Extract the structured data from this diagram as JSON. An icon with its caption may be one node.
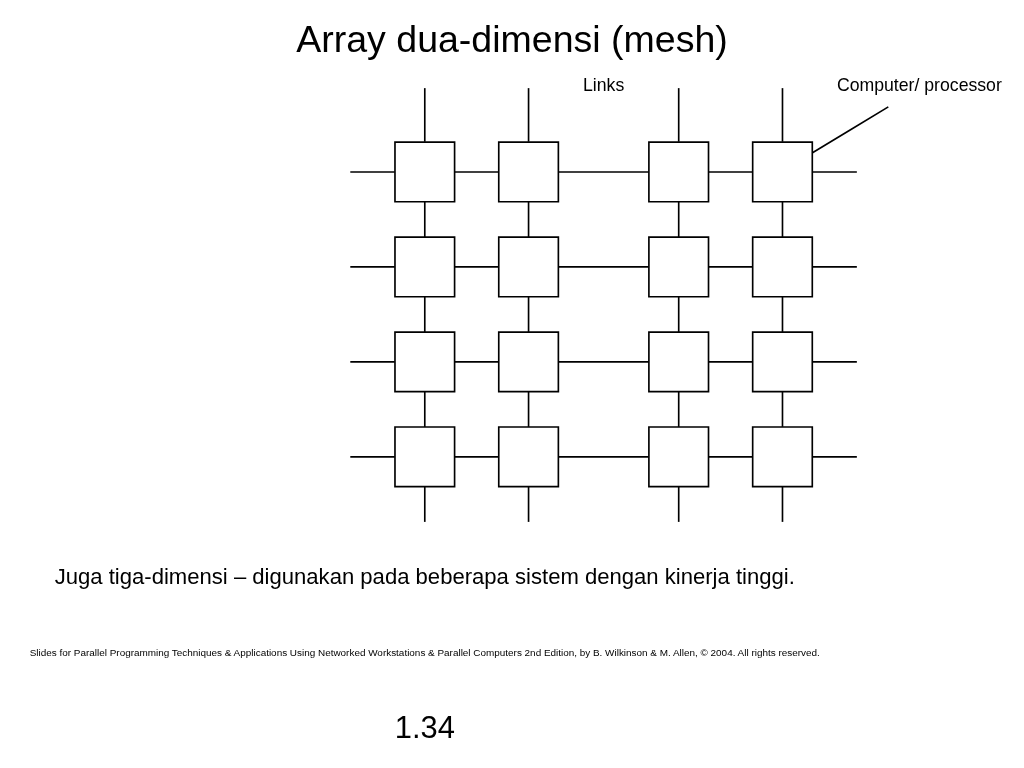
{
  "diagram": {
    "title": "Array dua-dimensi (mesh)",
    "nodes": [
      {
        "text": [
          "Computer/ processor"
        ]
      },
      {
        "text": [],
        "shape": "box"
      },
      {
        "text": [],
        "shape": "box"
      },
      {
        "text": [],
        "shape": "box"
      },
      {
        "text": [],
        "shape": "box"
      },
      {
        "text": [],
        "shape": "box"
      },
      {
        "text": [],
        "shape": "box"
      },
      {
        "text": [],
        "shape": "box"
      },
      {
        "text": [],
        "shape": "box"
      },
      {
        "text": [],
        "shape": "box"
      },
      {
        "text": [],
        "shape": "box"
      },
      {
        "text": [],
        "shape": "box"
      },
      {
        "text": [],
        "shape": "box"
      },
      {
        "text": [],
        "shape": "box"
      },
      {
        "text": [],
        "shape": "box"
      },
      {
        "text": [],
        "shape": "box"
      },
      {
        "text": [],
        "shape": "box"
      }
    ],
    "edges": [
      {
        "from": 0,
        "to": 4,
        "arrow": "none"
      },
      {
        "from": 1,
        "to": 2,
        "arrow": "none"
      },
      {
        "from": 2,
        "to": 3,
        "arrow": "none"
      },
      {
        "from": 3,
        "to": 4,
        "arrow": "none"
      },
      {
        "from": 5,
        "to": 6,
        "arrow": "none"
      },
      {
        "from": 6,
        "to": 7,
        "arrow": "none"
      },
      {
        "from": 7,
        "to": 8,
        "arrow": "none"
      },
      {
        "from": 9,
        "to": 10,
        "arrow": "none"
      },
      {
        "from": 10,
        "to": 11,
        "arrow": "none"
      },
      {
        "from": 11,
        "to": 12,
        "arrow": "none"
      },
      {
        "from": 13,
        "to": 14,
        "arrow": "none"
      },
      {
        "from": 14,
        "to": 15,
        "arrow": "none"
      },
      {
        "from": 15,
        "to": 16,
        "arrow": "none"
      },
      {
        "from": 1,
        "to": 5,
        "arrow": "none"
      },
      {
        "from": 5,
        "to": 9,
        "arrow": "none"
      },
      {
        "from": 9,
        "to": 13,
        "arrow": "none"
      },
      {
        "from": 2,
        "to": 6,
        "arrow": "none"
      },
      {
        "from": 6,
        "to": 10,
        "arrow": "none"
      },
      {
        "from": 10,
        "to": 14,
        "arrow": "none"
      },
      {
        "from": 3,
        "to": 7,
        "arrow": "none"
      },
      {
        "from": 7,
        "to": 11,
        "arrow": "none"
      },
      {
        "from": 11,
        "to": 15,
        "arrow": "none"
      },
      {
        "from": 4,
        "to": 8,
        "arrow": "none"
      },
      {
        "from": 8,
        "to": 12,
        "arrow": "none"
      },
      {
        "from": 12,
        "to": 16,
        "arrow": "none"
      },
      {
        "from": null,
        "to": 1,
        "arrow": "none"
      },
      {
        "from": null,
        "to": 2,
        "arrow": "none"
      },
      {
        "from": null,
        "to": 3,
        "arrow": "none"
      },
      {
        "from": null,
        "to": 4,
        "arrow": "none"
      },
      {
        "from": 13,
        "to": null,
        "arrow": "none"
      },
      {
        "from": 14,
        "to": null,
        "arrow": "none"
      },
      {
        "from": 15,
        "to": null,
        "arrow": "none"
      },
      {
        "from": 16,
        "to": null,
        "arrow": "none"
      },
      {
        "from": null,
        "to": 1,
        "arrow": "none"
      },
      {
        "from": null,
        "to": 5,
        "arrow": "none"
      },
      {
        "from": null,
        "to": 9,
        "arrow": "none"
      },
      {
        "from": null,
        "to": 13,
        "arrow": "none"
      },
      {
        "from": 4,
        "to": null,
        "arrow": "none"
      },
      {
        "from": 8,
        "to": null,
        "arrow": "none"
      },
      {
        "from": 12,
        "to": null,
        "arrow": "none"
      },
      {
        "from": 16,
        "to": null,
        "arrow": "none"
      }
    ],
    "labels": [
      "Links",
      "Juga tiga-dimensi – digunakan pada beberapa sistem dengan kinerja tinggi.",
      "Slides for Parallel Programming Techniques & Applications Using Networked Workstations & Parallel Computers 2nd Edition, by B. Wilkinson & M. Allen, © 2004. All rights reserved.",
      "1.34"
    ]
  }
}
